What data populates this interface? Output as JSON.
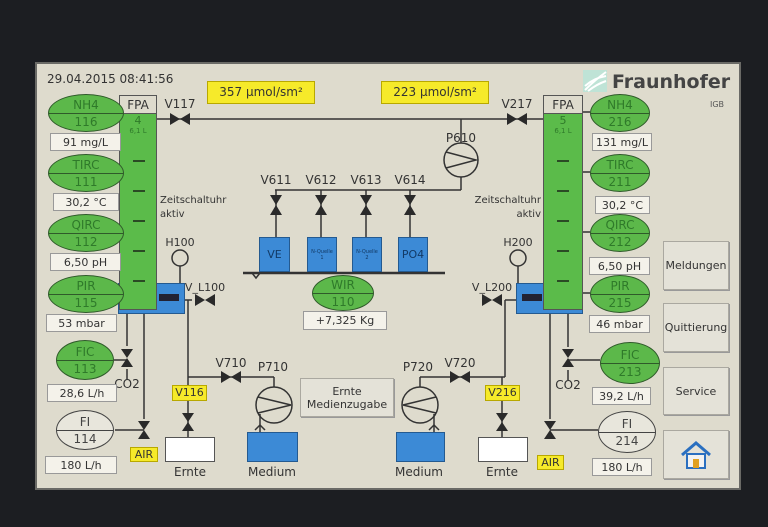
{
  "header": {
    "datetime": "29.04.2015 08:41:56",
    "light_left": "357 µmol/sm²",
    "light_right": "223 µmol/sm²",
    "logo": "Fraunhofer",
    "logo_sub": "IGB"
  },
  "left": {
    "reactor": {
      "label": "FPA",
      "number": "4",
      "volume": "6,1 L"
    },
    "timer": [
      "Zeitschaltuhr",
      "aktiv"
    ],
    "instruments": [
      {
        "tag": "NH4",
        "id": "116",
        "value": "91 mg/L"
      },
      {
        "tag": "TIRC",
        "id": "111",
        "value": "30,2 °C"
      },
      {
        "tag": "QIRC",
        "id": "112",
        "value": "6,50 pH"
      },
      {
        "tag": "PIR",
        "id": "115",
        "value": "53 mbar"
      },
      {
        "tag": "FIC",
        "id": "113",
        "value": "28,6 L/h"
      },
      {
        "tag": "FI",
        "id": "114",
        "value": "180 L/h"
      }
    ],
    "valves": {
      "v117": "V117",
      "vl": "V_L100",
      "v710": "V710",
      "v116": "V116",
      "co2": "CO2",
      "air": "AIR"
    },
    "level": "H100",
    "pump": "P710",
    "medium": "Medium",
    "harvest": "Ernte"
  },
  "right": {
    "reactor": {
      "label": "FPA",
      "number": "5",
      "volume": "6,1 L"
    },
    "timer": [
      "Zeitschaltuhr",
      "aktiv"
    ],
    "instruments": [
      {
        "tag": "NH4",
        "id": "216",
        "value": "131 mg/L"
      },
      {
        "tag": "TIRC",
        "id": "211",
        "value": "30,2 °C"
      },
      {
        "tag": "QIRC",
        "id": "212",
        "value": "6,50 pH"
      },
      {
        "tag": "PIR",
        "id": "215",
        "value": "46 mbar"
      },
      {
        "tag": "FIC",
        "id": "213",
        "value": "39,2 L/h"
      },
      {
        "tag": "FI",
        "id": "214",
        "value": "180 L/h"
      }
    ],
    "valves": {
      "v217": "V217",
      "vl": "V_L200",
      "v720": "V720",
      "v216": "V216",
      "co2": "CO2",
      "air": "AIR"
    },
    "level": "H200",
    "pump": "P720",
    "medium": "Medium",
    "harvest": "Ernte"
  },
  "center": {
    "pump": "P610",
    "valves": [
      "V611",
      "V612",
      "V613",
      "V614"
    ],
    "tanks": [
      "VE",
      "N-Quelle 1",
      "N-Quelle 2",
      "PO4"
    ],
    "scale": {
      "tag": "WIR",
      "id": "110",
      "value": "+7,325 Kg"
    },
    "harvest_button": "Ernte Medienzugabe"
  },
  "buttons": {
    "messages": "Meldungen",
    "acknowledge": "Quittierung",
    "service": "Service",
    "home": "home-icon"
  },
  "colors": {
    "green": "#5cb84a",
    "water": "#3c8ad6",
    "highlight": "#f6ea2a"
  }
}
